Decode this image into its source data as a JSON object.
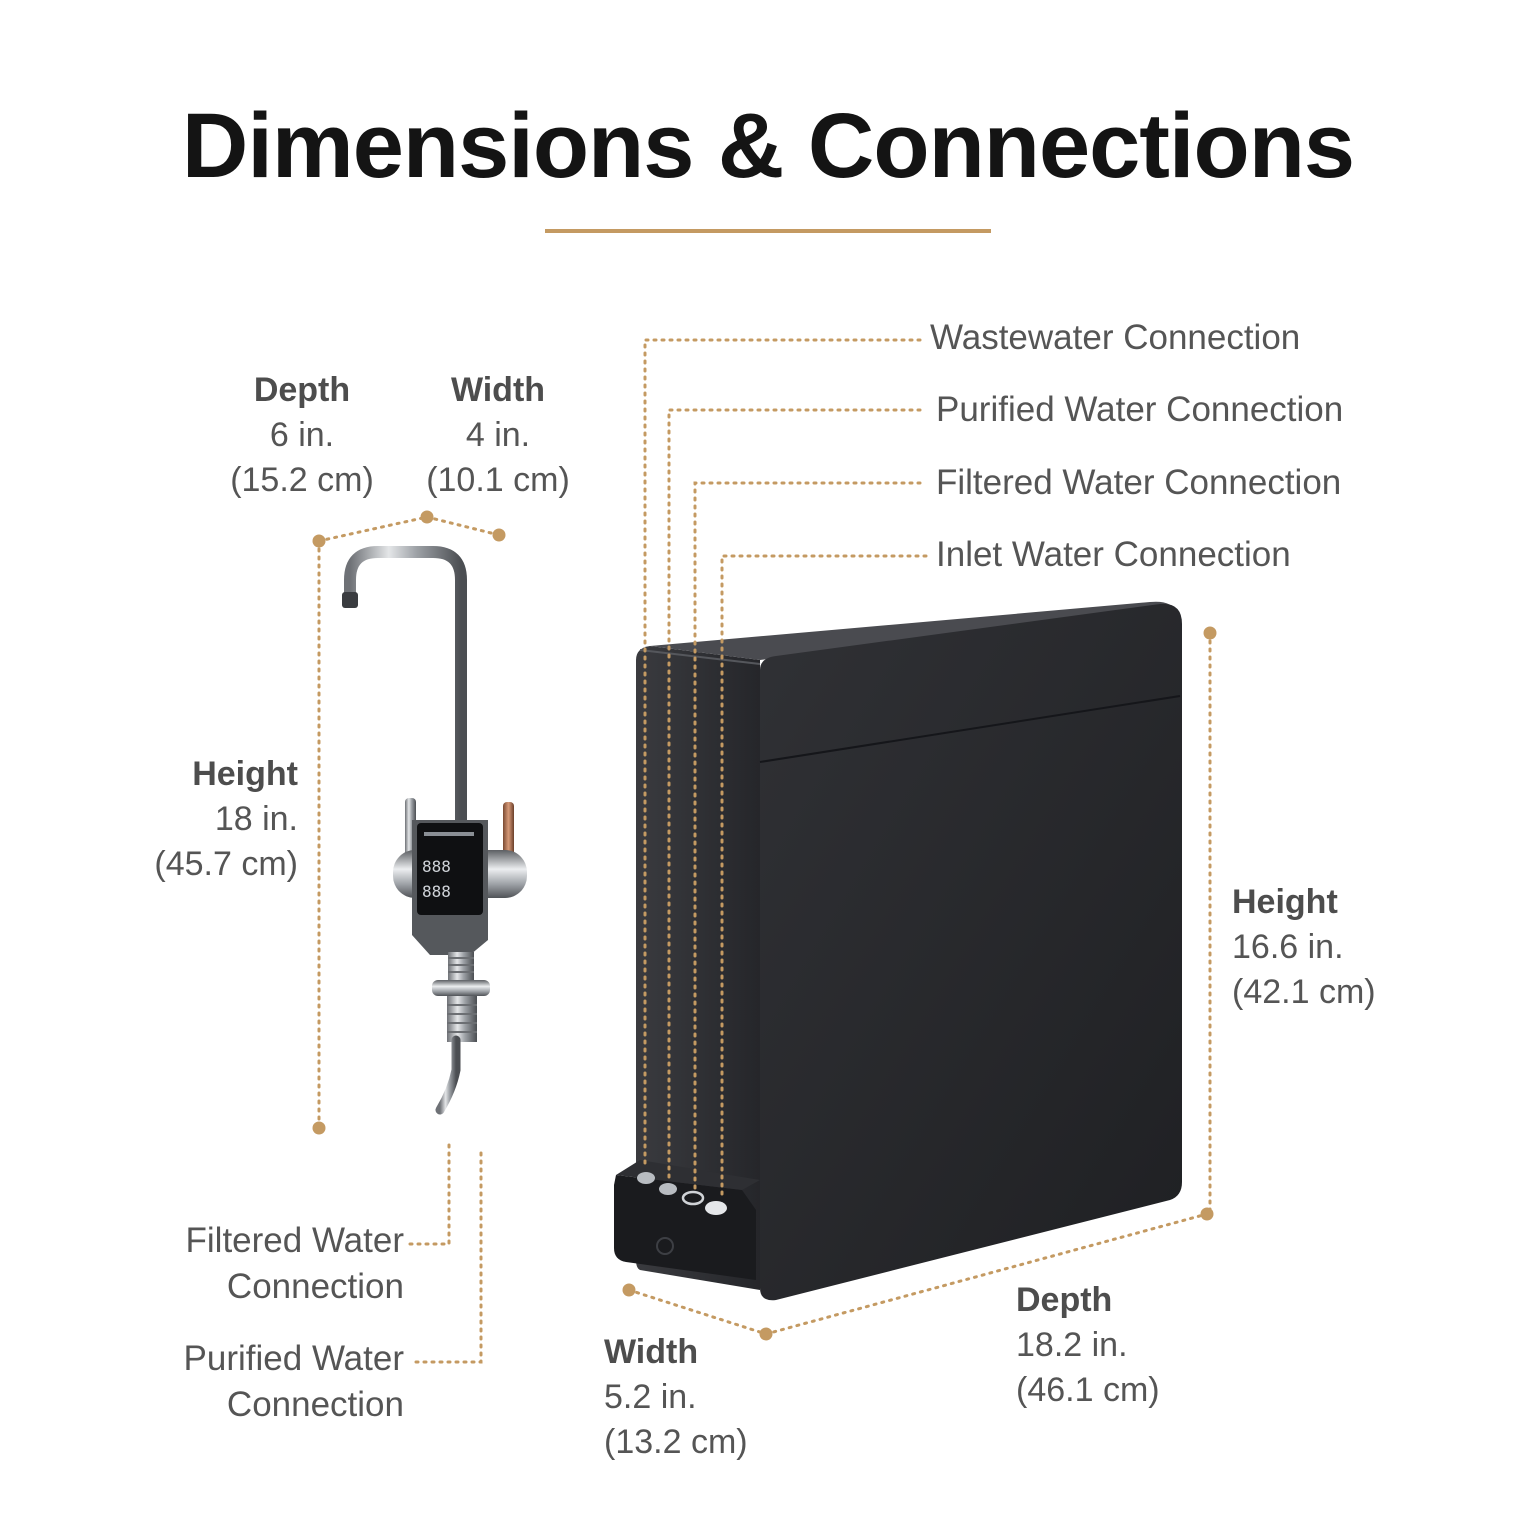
{
  "title": "Dimensions & Connections",
  "colors": {
    "accent": "#c49a62",
    "unit_body": "#2a2b2e",
    "text": "#555555",
    "title": "#141414"
  },
  "faucet": {
    "depth": {
      "label": "Depth",
      "imperial": "6 in.",
      "metric": "(15.2 cm)"
    },
    "width": {
      "label": "Width",
      "imperial": "4 in.",
      "metric": "(10.1 cm)"
    },
    "height": {
      "label": "Height",
      "imperial": "18 in.",
      "metric": "(45.7 cm)"
    },
    "connections": [
      {
        "line1": "Filtered Water",
        "line2": "Connection"
      },
      {
        "line1": "Purified Water",
        "line2": "Connection"
      }
    ]
  },
  "unit": {
    "connections": [
      "Wastewater Connection",
      "Purified Water Connection",
      "Filtered Water Connection",
      "Inlet Water Connection"
    ],
    "height": {
      "label": "Height",
      "imperial": "16.6 in.",
      "metric": "(42.1 cm)"
    },
    "width": {
      "label": "Width",
      "imperial": "5.2 in.",
      "metric": "(13.2 cm)"
    },
    "depth": {
      "label": "Depth",
      "imperial": "18.2 in.",
      "metric": "(46.1 cm)"
    }
  }
}
